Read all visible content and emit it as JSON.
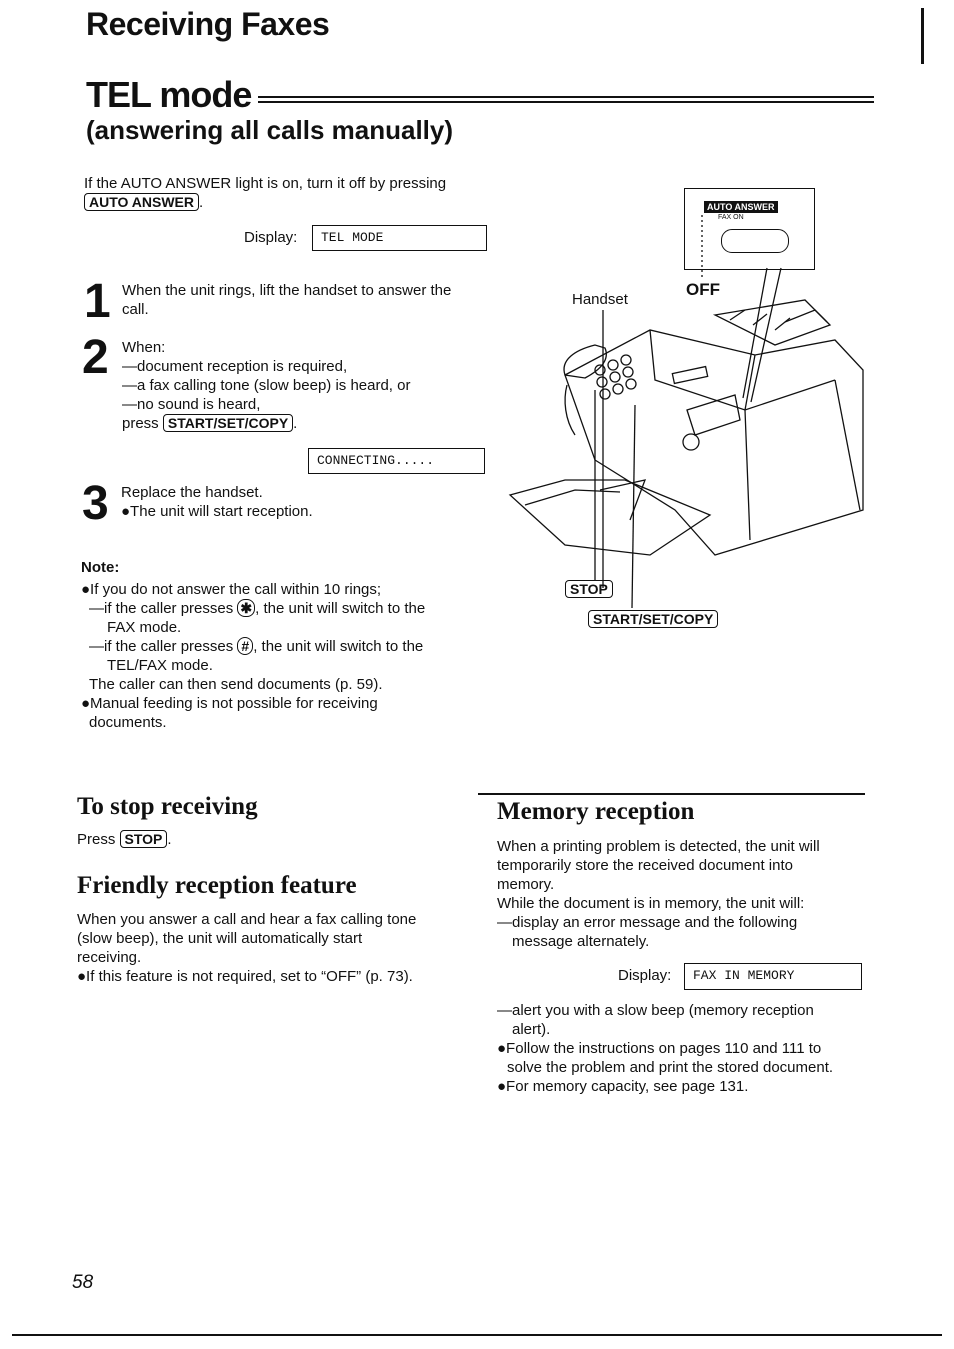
{
  "header": {
    "section_title": "Receiving Faxes",
    "mode_title": "TEL mode",
    "mode_subtitle": "(answering all calls manually)"
  },
  "intro": {
    "text": "If the AUTO ANSWER light is on, turn it off by pressing",
    "key": "AUTO ANSWER",
    "after": ".",
    "display_label": "Display:",
    "display_value": "TEL MODE"
  },
  "steps": [
    {
      "number": "1",
      "lines": [
        "When the unit rings, lift the handset to answer the",
        "call."
      ]
    },
    {
      "number": "2",
      "lines": [
        "When:",
        "—document reception is required,",
        "—a fax calling tone (slow beep) is heard, or",
        "—no sound is heard,"
      ],
      "press_text": "press",
      "key": "START/SET/COPY",
      "after": ".",
      "display_value": "CONNECTING....."
    },
    {
      "number": "3",
      "lines": [
        "Replace the handset.",
        "●The unit will start reception."
      ]
    }
  ],
  "note": {
    "heading": "Note:",
    "l1": "●If you do not answer the call within 10 rings;",
    "l2a": "—if the caller presses",
    "key_star": "✱",
    "l2b": ", the unit will switch to the",
    "l3": "FAX mode.",
    "l4a": "—if the caller presses",
    "key_hash": "#",
    "l4b": ", the unit will switch to the",
    "l5": "TEL/FAX mode.",
    "l6": "The caller can then send documents (p. 59).",
    "l7": "●Manual feeding is not possible for receiving",
    "l8": "documents."
  },
  "figure": {
    "panel_label": "AUTO ANSWER",
    "fax_on": "FAX ON",
    "off_label": "OFF",
    "handset_label": "Handset",
    "stop_key": "STOP",
    "start_key": "START/SET/COPY"
  },
  "stop_section": {
    "title": "To stop receiving",
    "press": "Press",
    "key": "STOP",
    "after": "."
  },
  "friendly_section": {
    "title": "Friendly reception feature",
    "lines": [
      "When you answer a call and hear a fax calling tone",
      "(slow beep), the unit will automatically start",
      "receiving.",
      "●If this feature is not required, set to “OFF” (p. 73)."
    ]
  },
  "memory_section": {
    "title": "Memory reception",
    "lines": [
      "When a printing problem is detected, the unit will",
      "temporarily store the received document into",
      "memory.",
      "While the document is in memory, the unit will:",
      "—display an error message and the following",
      "message alternately."
    ],
    "display_label": "Display:",
    "display_value": "FAX IN MEMORY",
    "lines2": [
      "—alert you with a slow beep (memory reception",
      "alert).",
      "●Follow the instructions on pages 110 and 111 to",
      "solve the problem and print the stored document.",
      "●For memory capacity, see page 131."
    ]
  },
  "footer": {
    "page_number": "58"
  }
}
